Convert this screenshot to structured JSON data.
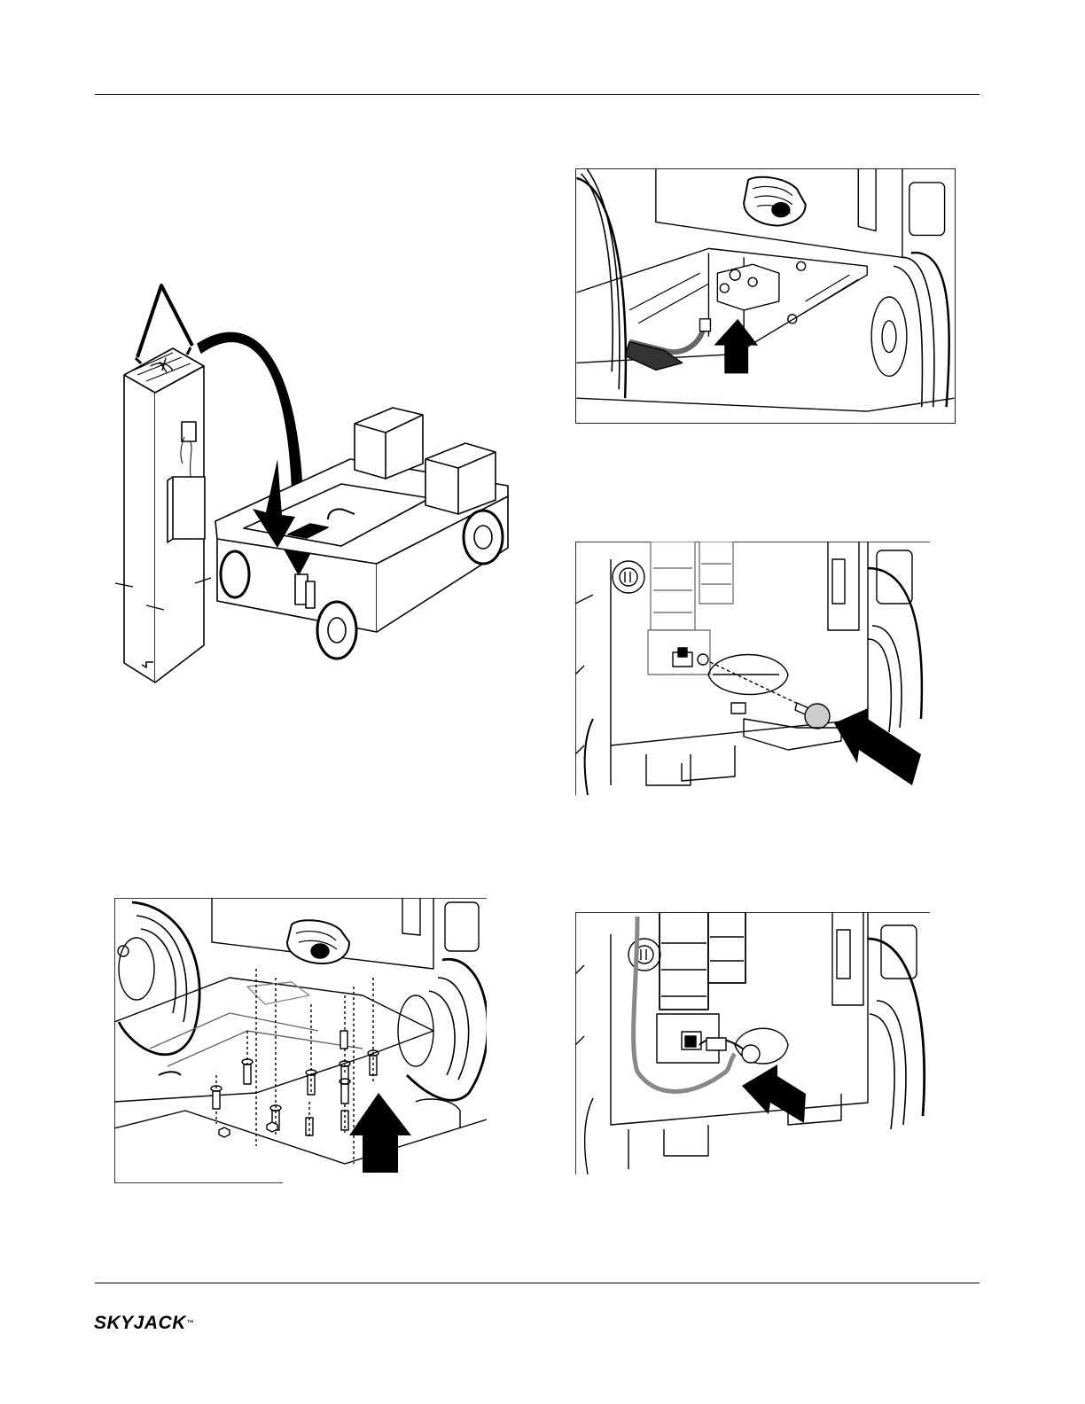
{
  "footer": {
    "brand": "SKYJACK",
    "trademark": "™"
  },
  "figures": [
    {
      "id": "mast-lift",
      "icon": "mast-lowering-illustration"
    },
    {
      "id": "hose-connection",
      "icon": "hose-fitting-illustration"
    },
    {
      "id": "pin-insert",
      "icon": "pin-insert-illustration"
    },
    {
      "id": "bolt-install",
      "icon": "bolt-install-illustration"
    },
    {
      "id": "cable-connection",
      "icon": "cable-connection-illustration"
    }
  ]
}
